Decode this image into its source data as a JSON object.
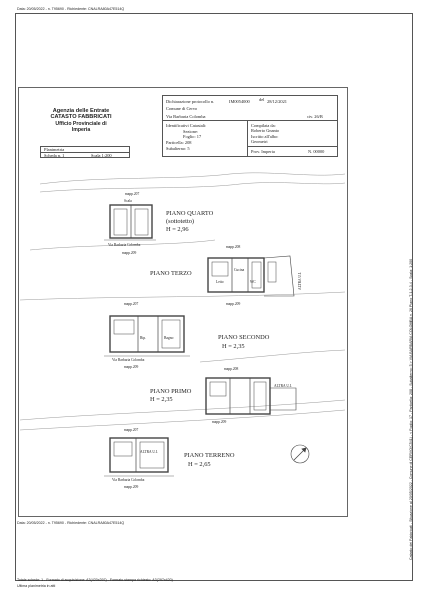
{
  "top_stamp": "Data: 20/05/2022 - n. T95690 - Richiedente: CNALRA80A47E514Q",
  "bottom_stamp_1": "Data: 20/05/2022 - n. T95690 - Richiedente: CNALRA80A47E514Q",
  "bottom_stamp_2": "Totale schede: 1 - Formato di acquisizione: A3(420x297) - Formato stampa richiesto: A3(297x420)",
  "bottom_stamp_3": "Ultima planimetria in atti",
  "side_stamp": "Catasto dei Fabbricati - Situazione al 20/05/2022 - Comune di CERVO(C541) - < Foglio: 17 - Particella: 208 - Subalterno: 5 > VIA BARBARIA COLOMBA n. 26 Piano T-1-2-3-4 - Scala: 1:200",
  "office": {
    "name": "Agenzia delle Entrate",
    "catasto": "CATASTO FABBRICATI",
    "ufficio": "Ufficio Provinciale di",
    "city": "Imperia"
  },
  "planimetria": {
    "label": "Planimetria",
    "scheda": "Scheda n. 1",
    "scala": "Scala 1:200"
  },
  "dichiarazione": {
    "line1": "Dichiarazione protocollo n.",
    "number": "IM0054000",
    "del": "del",
    "date": "28/12/2021",
    "comune": "Comune di Cervo",
    "via": "Via Barbaria Colomba",
    "civ": "civ. 26/B"
  },
  "identificativi": {
    "title": "Identificativi Catastali:",
    "sezione": "Sezione:",
    "foglio": "Foglio: 17",
    "particella": "Particella: 208",
    "subalterno": "Subalterno: 5"
  },
  "compilata": {
    "title": "Compilata da:",
    "name": "Roberto Gnanto",
    "iscritto": "Iscritto all'albo:",
    "albo": "Geometri",
    "prov": "Prov. Imperia",
    "n": "N. 00000"
  },
  "floors": [
    {
      "name": "PIANO QUARTO",
      "sub": "(sottotetto)",
      "h": "H = 2,96"
    },
    {
      "name": "PIANO TERZO"
    },
    {
      "name": "PIANO SECONDO",
      "h": "H = 2,35"
    },
    {
      "name": "PIANO PRIMO",
      "h": "H = 2,35"
    },
    {
      "name": "PIANO TERRENO",
      "h": "H = 2,65"
    }
  ],
  "small_labels": {
    "mapp_207": "mapp.207",
    "mapp_209": "mapp.209",
    "mapp_208": "mapp.208",
    "scala": "Scala",
    "via_barbaria": "Via Barbaria Colomba",
    "altra_ui": "ALTRA U.I.",
    "letto": "Letto",
    "cucina": "Cucina",
    "wc": "WC",
    "rip": "Rip.",
    "bagno": "Bagno"
  }
}
